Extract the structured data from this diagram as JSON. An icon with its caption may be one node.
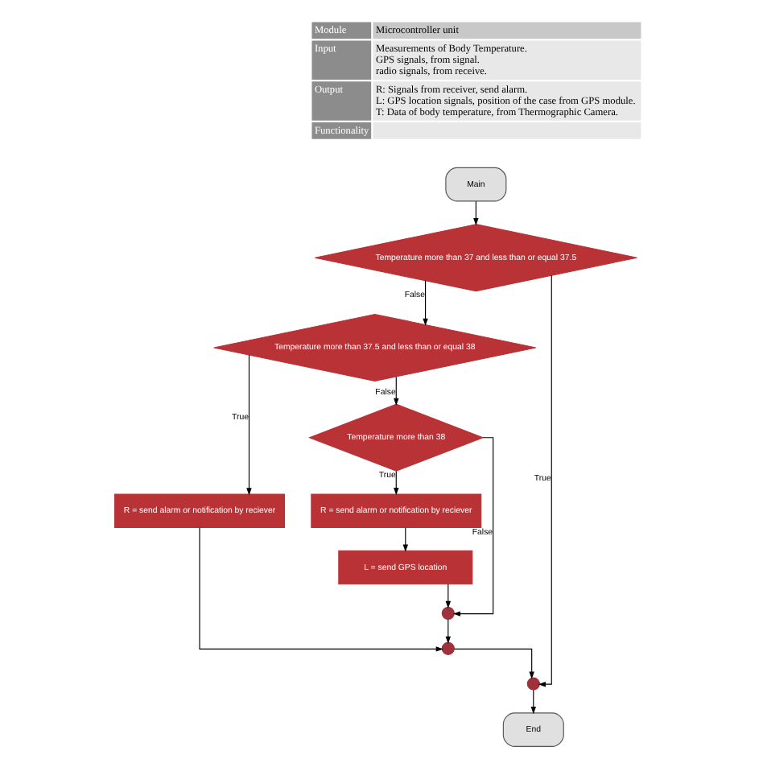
{
  "diagram": {
    "nodes": [
      {
        "text": [
          "Main"
        ]
      },
      {
        "text": [
          "Temperature more than 37 and less than or equal 37.5"
        ]
      },
      {
        "text": [
          "Temperature more than 37.5 and less than or equal 38"
        ]
      },
      {
        "text": [
          "R = send alarm or notification by reciever"
        ]
      },
      {
        "text": [
          "Temperature more than 38"
        ]
      },
      {
        "text": [
          "R = send alarm or notification by reciever"
        ]
      },
      {
        "text": [
          "L = send GPS location"
        ]
      },
      {
        "text": [],
        "shape": "circle"
      },
      {
        "text": [],
        "shape": "circle"
      },
      {
        "text": [],
        "shape": "circle"
      },
      {
        "text": [
          "End"
        ]
      }
    ],
    "edges": [
      {
        "from": 0,
        "to": 1,
        "arrow": "to"
      },
      {
        "from": 1,
        "to": 2,
        "arrow": "to",
        "label": "False"
      },
      {
        "from": 1,
        "to": 9,
        "arrow": "to",
        "label": "True"
      },
      {
        "from": 2,
        "to": 4,
        "arrow": "to",
        "label": "False"
      },
      {
        "from": 2,
        "to": 3,
        "arrow": "to",
        "label": "True"
      },
      {
        "from": 4,
        "to": 7,
        "arrow": "to",
        "label": "False"
      },
      {
        "from": 4,
        "to": 5,
        "arrow": "to",
        "label": "True"
      },
      {
        "from": 5,
        "to": 6,
        "arrow": "to"
      },
      {
        "from": 6,
        "to": 7,
        "arrow": "to"
      },
      {
        "from": 7,
        "to": 8,
        "arrow": "to"
      },
      {
        "from": 3,
        "to": 8,
        "arrow": "to"
      },
      {
        "from": 8,
        "to": 9,
        "arrow": "to"
      },
      {
        "from": 9,
        "to": 10,
        "arrow": "to"
      }
    ],
    "labels": [
      "Module",
      "Microcontroller unit",
      "Input",
      "Measurements of Body Temperature.",
      "GPS signals, from signal.",
      "radio signals, from receive.",
      "Output",
      "R: Signals from receiver, send alarm.",
      "L: GPS location signals, position of the case from GPS module.",
      "T: Data of body temperature, from Thermographic Camera.",
      "Functionality"
    ]
  }
}
